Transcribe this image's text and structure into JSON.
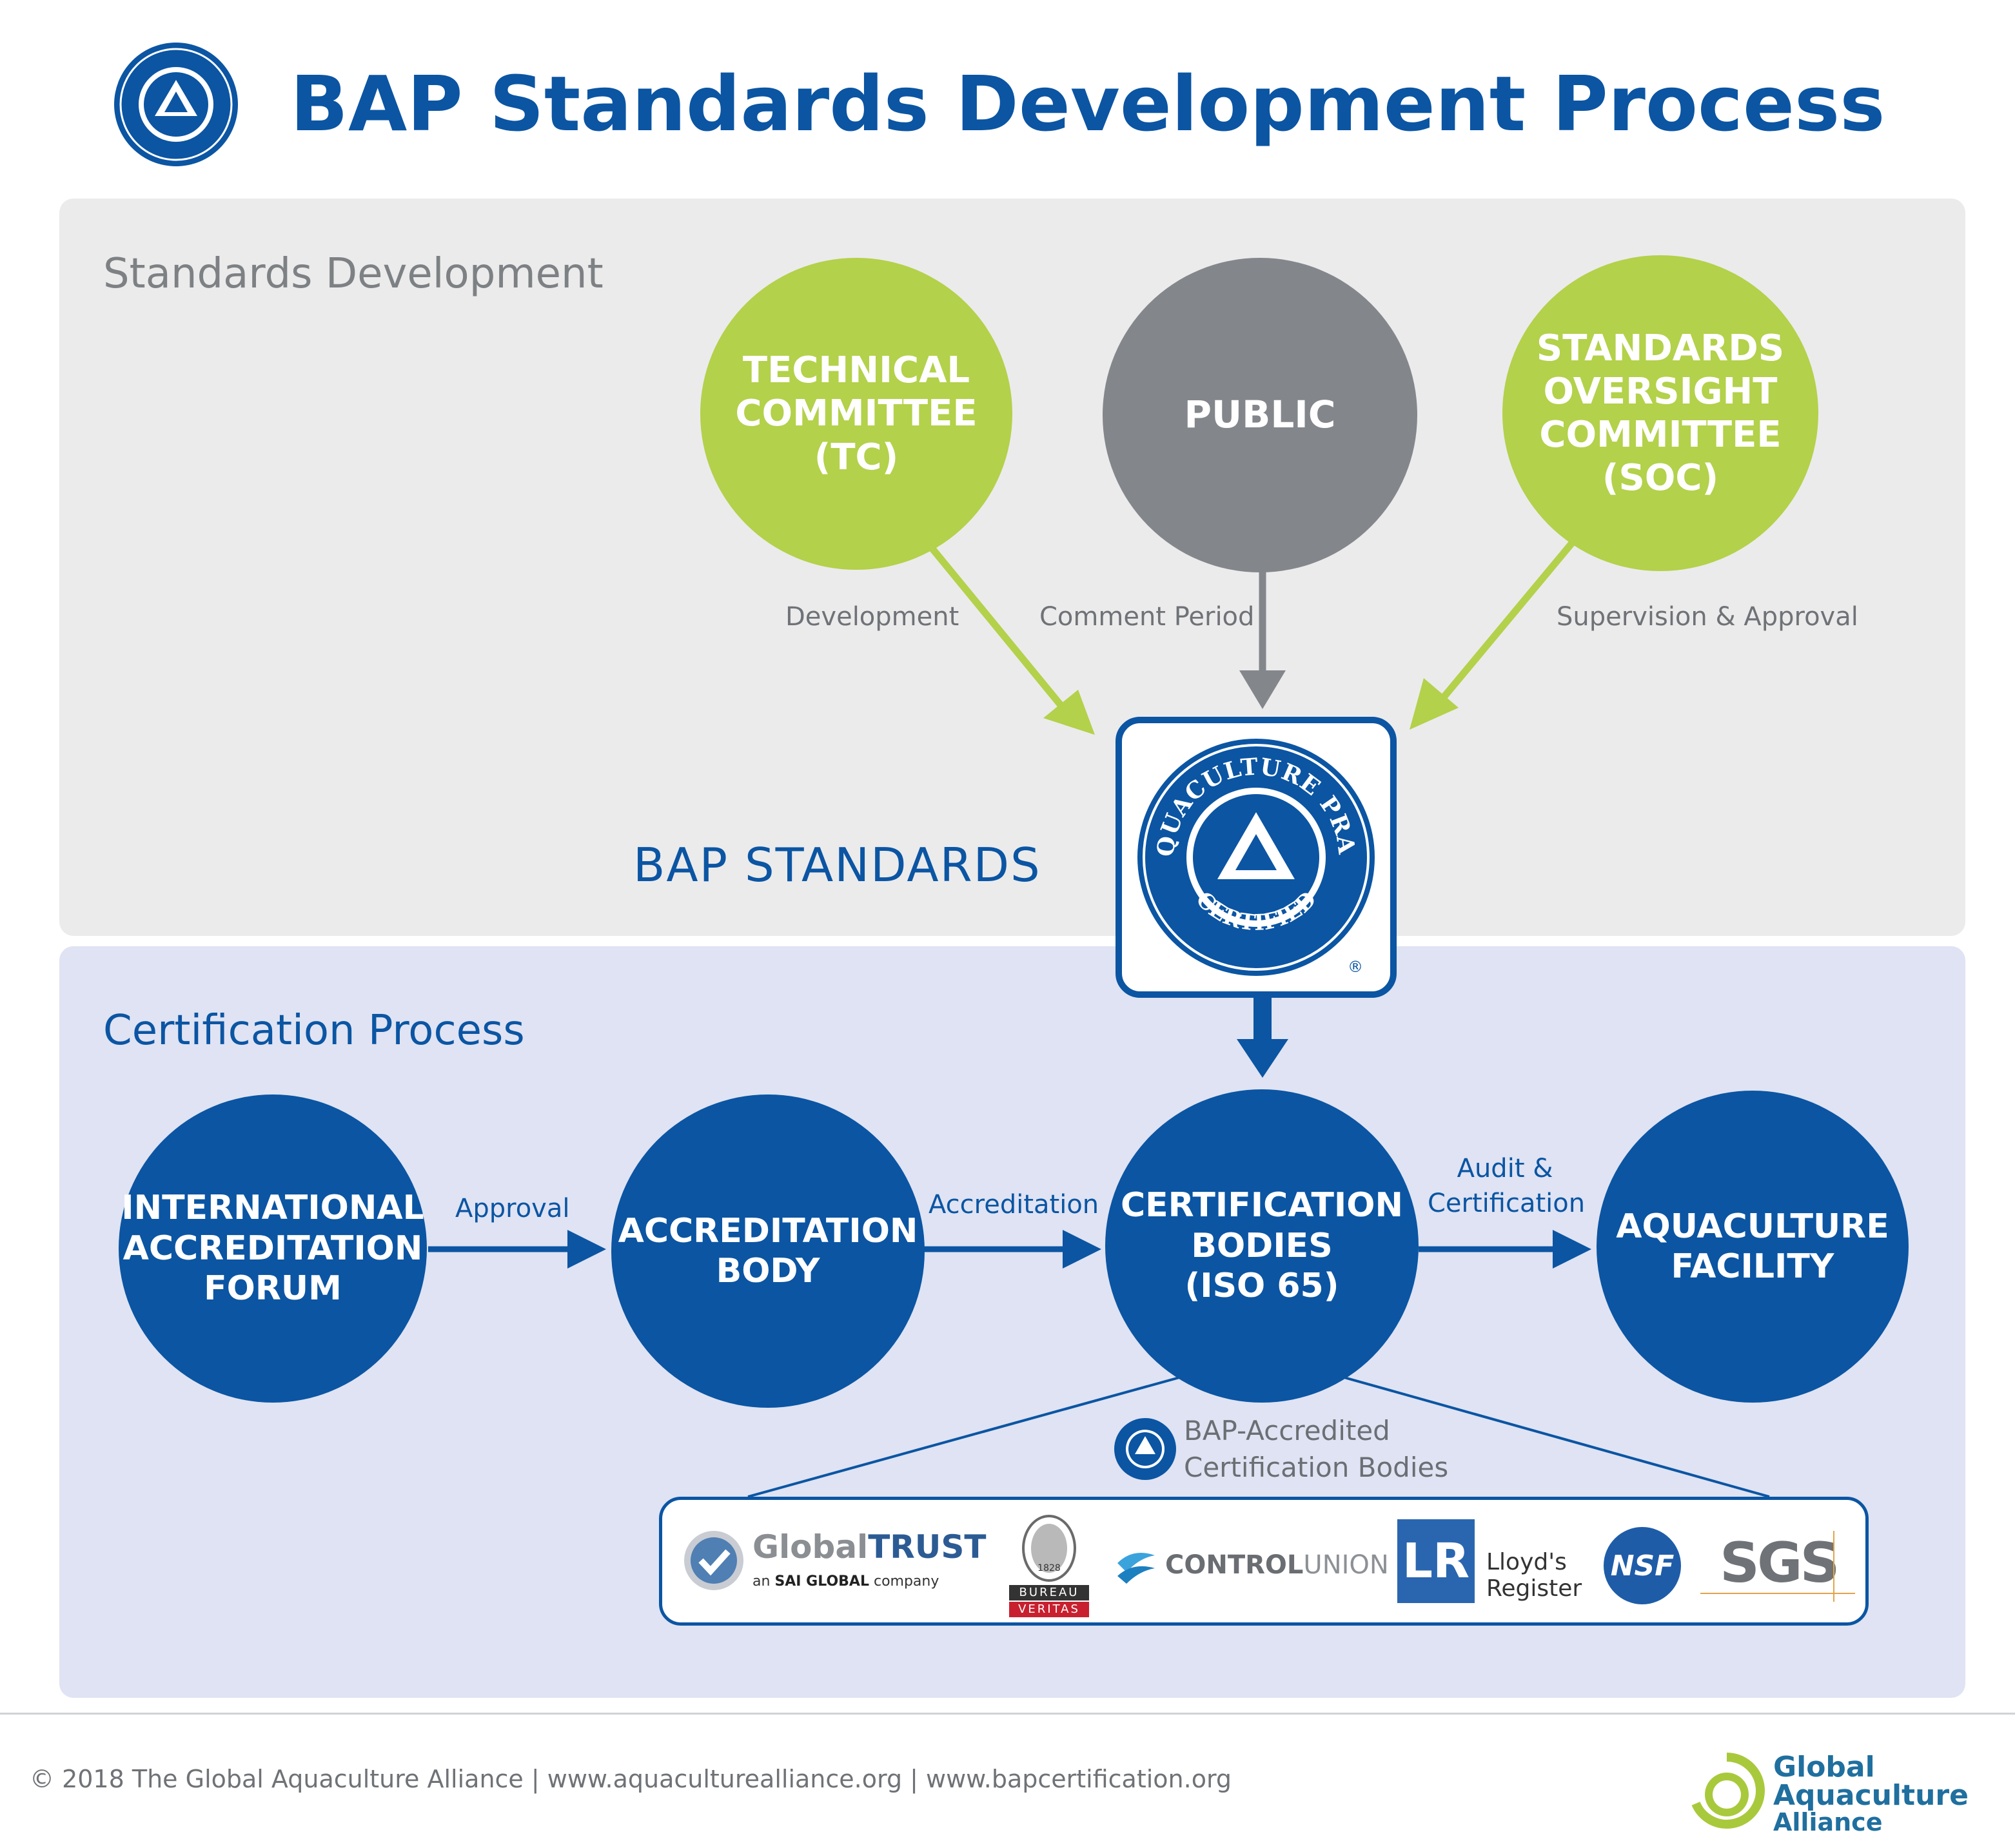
{
  "header": {
    "title": "BAP Standards Development Process"
  },
  "standards_development": {
    "heading": "Standards Development",
    "nodes": {
      "technical_committee": "TECHNICAL\nCOMMITTEE\n(TC)",
      "public": "PUBLIC",
      "soc": "STANDARDS\nOVERSIGHT\nCOMMITTEE\n(SOC)"
    },
    "edges": {
      "development": "Development",
      "comment_period": "Comment Period",
      "supervision": "Supervision & Approval"
    },
    "bap_standards_label": "BAP STANDARDS",
    "seal": {
      "ring_text": "BEST AQUACULTURE PRACTICES",
      "bottom_text": "CERTIFIED",
      "mark": "®"
    }
  },
  "certification_process": {
    "heading": "Certification Process",
    "nodes": {
      "iaf": "INTERNATIONAL\nACCREDITATION\nFORUM",
      "accreditation_body": "ACCREDITATION\nBODY",
      "certification_bodies": "CERTIFICATION\nBODIES\n(ISO 65)",
      "aquaculture_facility": "AQUACULTURE\nFACILITY"
    },
    "edges": {
      "approval": "Approval",
      "accreditation": "Accreditation",
      "audit_line1": "Audit &",
      "audit_line2": "Certification"
    },
    "accredited_heading_line1": "BAP-Accredited",
    "accredited_heading_line2": "Certification Bodies",
    "logos": {
      "globaltrust_a": "Global",
      "globaltrust_b": "TRUST",
      "globaltrust_sub_a": "an",
      "globaltrust_sub_b": "SAI GLOBAL",
      "globaltrust_sub_c": "company",
      "bureau_veritas_year": "1828",
      "bureau_veritas_a": "BUREAU",
      "bureau_veritas_b": "VERITAS",
      "control_a": "CONTROL",
      "control_b": "UNION",
      "lloyds_mark": "LR",
      "lloyds_a": "Lloyd's",
      "lloyds_b": "Register",
      "nsf": "NSF",
      "sgs": "SGS"
    }
  },
  "footer": {
    "text": "© 2018 The Global Aquaculture Alliance | www.aquaculturealliance.org | www.bapcertification.org",
    "gaa_line1": "Global",
    "gaa_line2": "Aquaculture",
    "gaa_line3": "Alliance"
  },
  "colors": {
    "blue": "#0b55a3",
    "green": "#b3d14a",
    "gray": "#83868b",
    "dev_panel": "#ebebec",
    "cert_panel": "#dfe3f3"
  }
}
